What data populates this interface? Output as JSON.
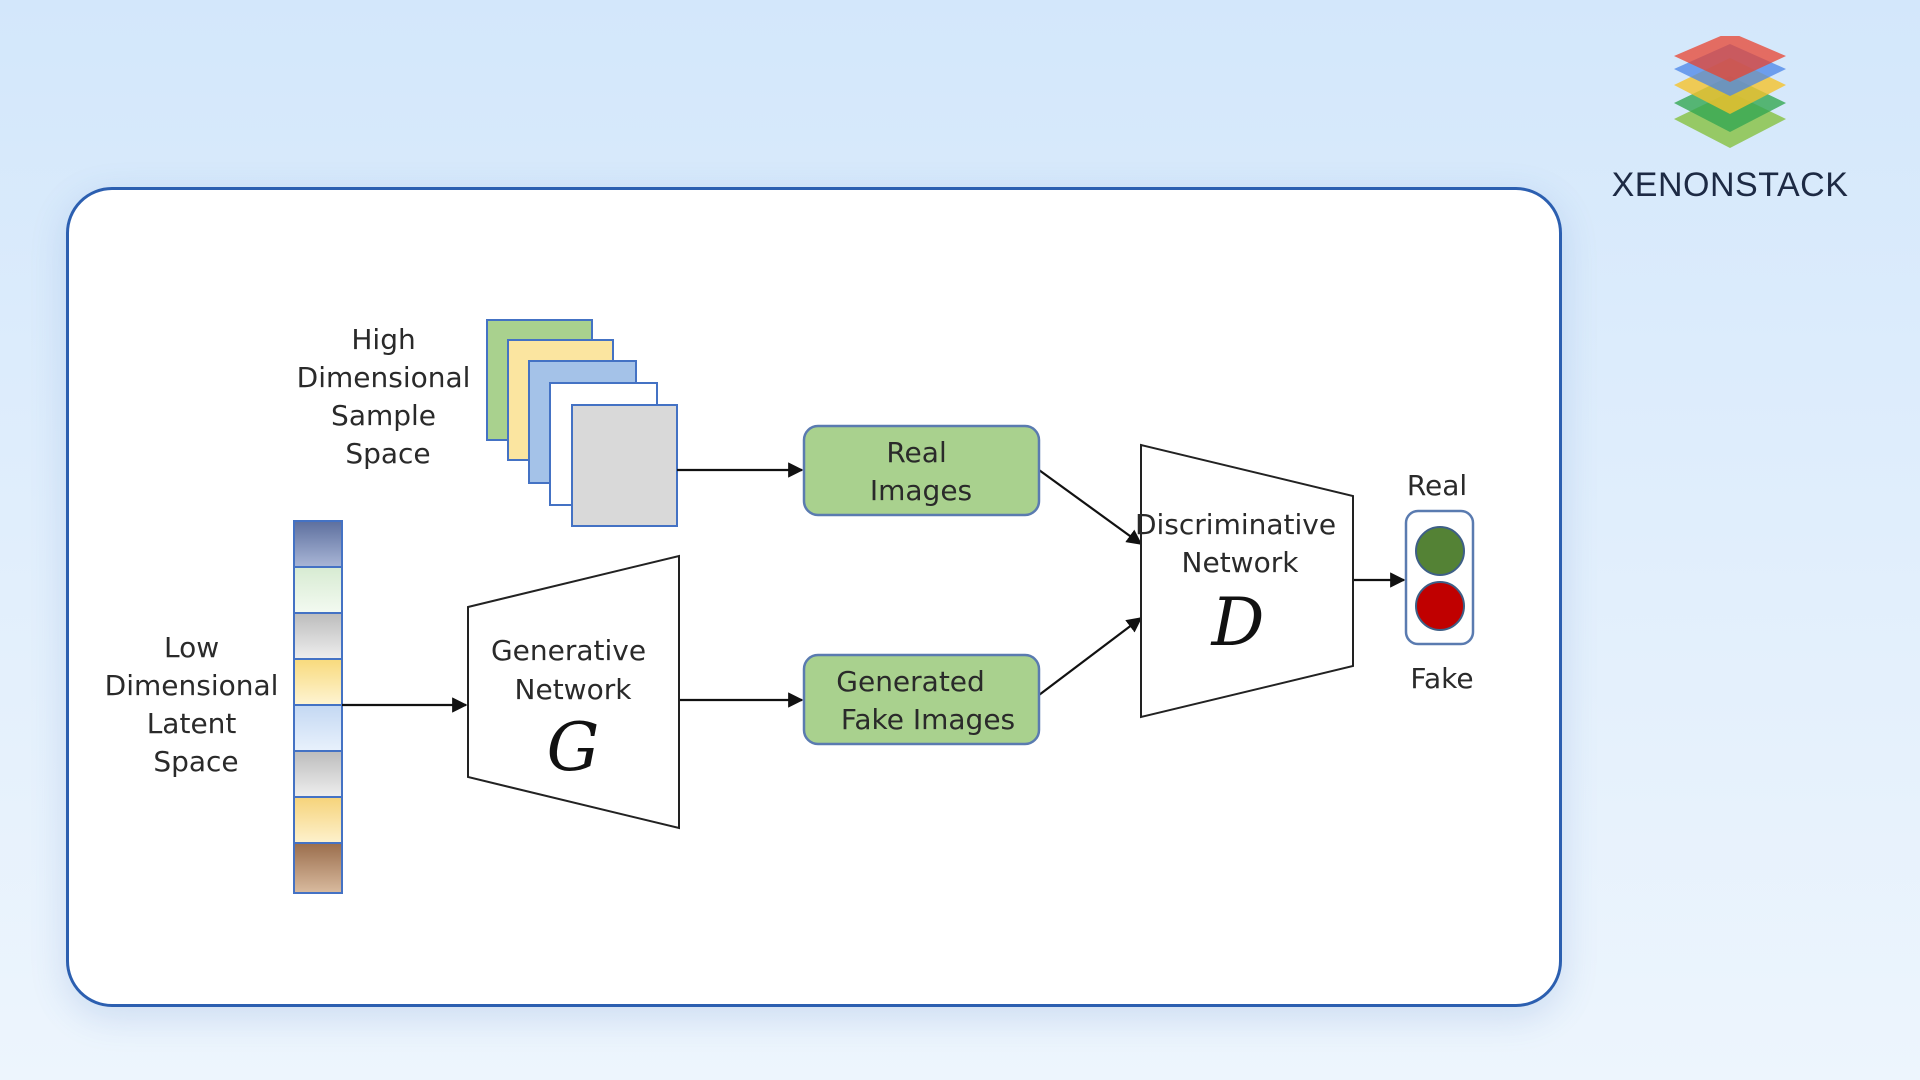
{
  "brand": {
    "name": "XENONSTACK",
    "logo_icon": "stacked-layers-icon",
    "layer_colors": [
      "#e8432f",
      "#4a86e8",
      "#f5c22c",
      "#34a853",
      "#8bc34a"
    ]
  },
  "diagram": {
    "sample_space_label": [
      "High",
      "Dimensional",
      "Sample",
      "Space"
    ],
    "latent_space_label": [
      "Low",
      "Dimensional",
      "Latent",
      "Space"
    ],
    "generator": {
      "label": [
        "Generative",
        "Network"
      ],
      "symbol": "G"
    },
    "real_images": [
      "Real",
      "Images"
    ],
    "fake_images": [
      "Generated",
      "Fake Images"
    ],
    "discriminator": {
      "label": [
        "Discriminative",
        "Network"
      ],
      "symbol": "D"
    },
    "output_real": "Real",
    "output_fake": "Fake",
    "colors": {
      "box_fill": "#a9d18e",
      "box_stroke": "#5a7bb0",
      "real_light": "#548235",
      "fake_light": "#c00000",
      "sample_sheets": [
        "#a9d18e",
        "#fbe5a0",
        "#a4c2e8",
        "#ffffff",
        "#d9d9d9"
      ],
      "latent_cells": [
        "#5d6f9e",
        "#e3f1df",
        "#cfcfcf",
        "#fbe49c",
        "#d2e2f6",
        "#cfcfcf",
        "#fbe098",
        "#b48b6a"
      ]
    }
  }
}
